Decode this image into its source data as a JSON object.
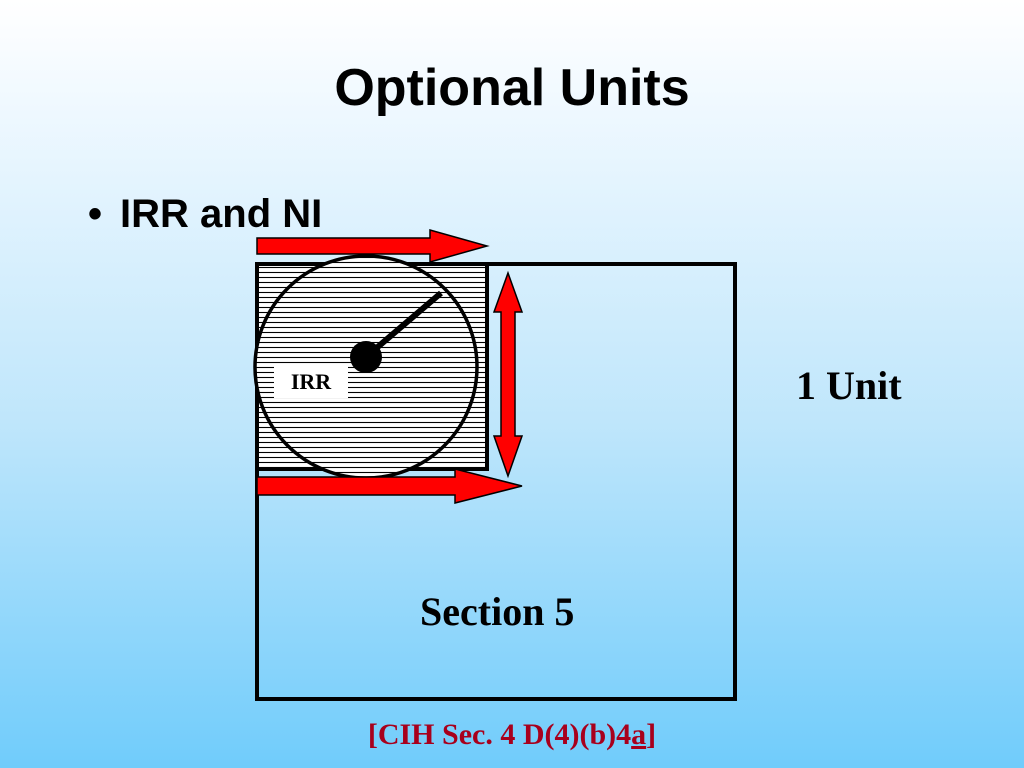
{
  "title": "Optional Units",
  "bullet": {
    "symbol": "•",
    "text": "IRR and NI"
  },
  "diagram": {
    "unit_label": "1 Unit",
    "section_label": "Section 5",
    "irr_label": "IRR",
    "arrow_color": "#ff0000",
    "outline_color": "#000000"
  },
  "citation": {
    "prefix": "[CIH Sec. 4 D(4)(b)4",
    "underlined": "a",
    "suffix": "]",
    "color": "#a8001c"
  }
}
